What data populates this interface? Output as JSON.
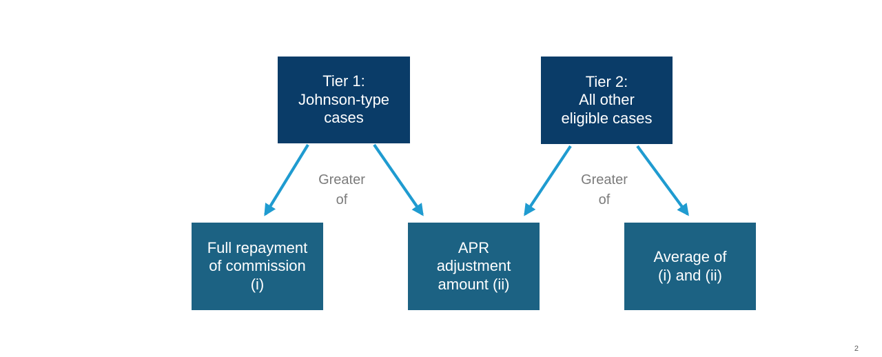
{
  "slide": {
    "background_color": "#FFFFFF",
    "page_number": "2"
  },
  "theme": {
    "tier_box_color": "#0A3C68",
    "outcome_box_color": "#1C6283",
    "arrow_color": "#1F9BD0",
    "connector_label_color": "#7B7B7B",
    "box_text_color": "#FFFFFF"
  },
  "tiers": [
    {
      "id": "tier-1",
      "label": "Tier 1:\nJohnson-type\ncases"
    },
    {
      "id": "tier-2",
      "label": "Tier 2:\nAll other\neligible cases"
    }
  ],
  "outcomes": [
    {
      "id": "full-repayment",
      "label": "Full repayment\nof commission\n(i)"
    },
    {
      "id": "apr-adjustment",
      "label": "APR\nadjustment\namount (ii)"
    },
    {
      "id": "average",
      "label": "Average of\n(i) and (ii)"
    }
  ],
  "connector_labels": [
    {
      "id": "greater-of-tier-1",
      "text": "Greater\nof"
    },
    {
      "id": "greater-of-tier-2",
      "text": "Greater\nof"
    }
  ],
  "connectors": [
    {
      "id": "tier-1-to-full-repayment",
      "from": "tier-1",
      "to": "full-repayment"
    },
    {
      "id": "tier-1-to-apr-adjustment",
      "from": "tier-1",
      "to": "apr-adjustment"
    },
    {
      "id": "tier-2-to-apr-adjustment",
      "from": "tier-2",
      "to": "apr-adjustment"
    },
    {
      "id": "tier-2-to-average",
      "from": "tier-2",
      "to": "average"
    }
  ]
}
